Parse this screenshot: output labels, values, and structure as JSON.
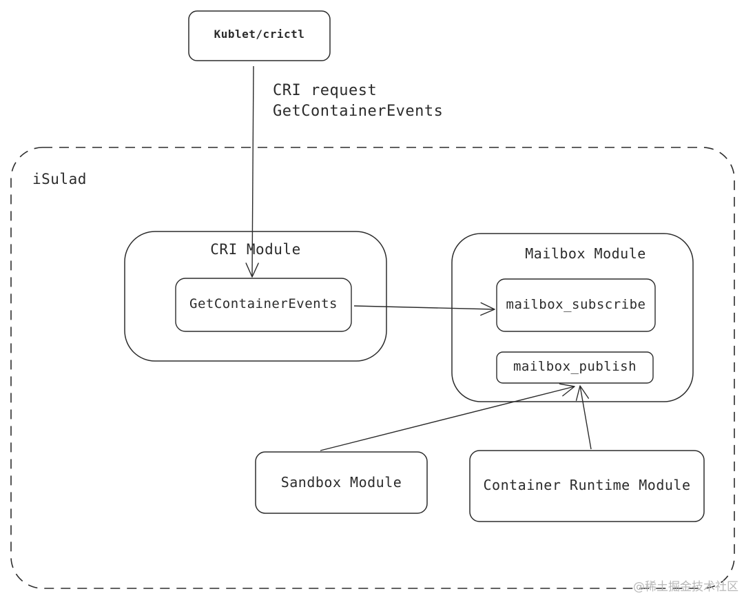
{
  "client": {
    "label": "Kublet/crictl"
  },
  "request": {
    "line1": "CRI request",
    "line2": "GetContainerEvents"
  },
  "group": {
    "label": "iSulad"
  },
  "cri_module": {
    "title": "CRI Module",
    "func": "GetContainerEvents"
  },
  "mailbox_module": {
    "title": "Mailbox Module",
    "subscribe": "mailbox_subscribe",
    "publish": "mailbox_publish"
  },
  "sandbox_module": {
    "label": "Sandbox Module"
  },
  "runtime_module": {
    "label": "Container Runtime Module"
  },
  "watermark": {
    "text": "@稀土掘金技术社区"
  },
  "colors": {
    "stroke": "#2b2b2b",
    "watermark": "#b8b8b8"
  }
}
